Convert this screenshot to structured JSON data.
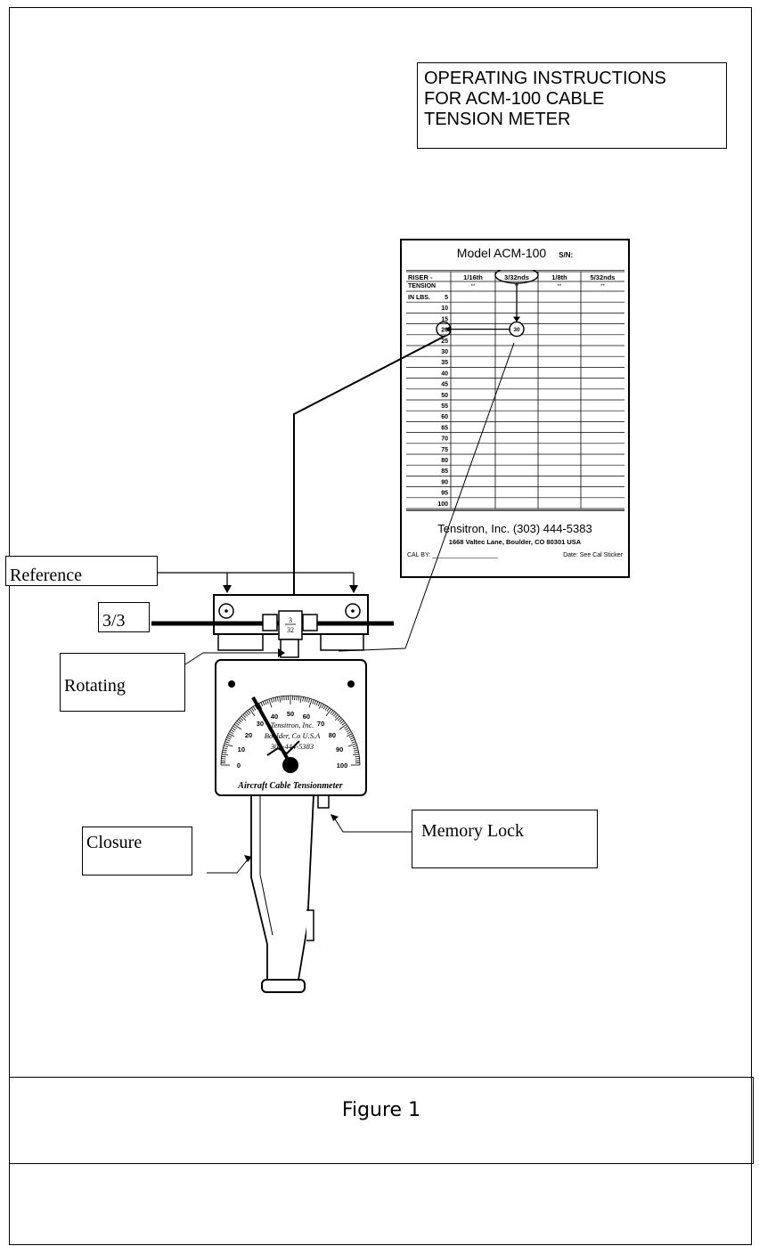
{
  "title_lines": [
    "OPERATING INSTRUCTIONS",
    "FOR ACM-100 CABLE",
    "TENSION METER"
  ],
  "card": {
    "model": "Model ACM-100",
    "sn_label": "S/N:",
    "header_riser": "RISER -",
    "header_tension": "TENSION",
    "header_in_lbs": "IN LBS.",
    "columns": [
      "1/16th",
      "3/32nds",
      "1/8th",
      "5/32nds"
    ],
    "col_marks": [
      "**",
      "**",
      "**",
      "**"
    ],
    "rows": [
      "5",
      "10",
      "15",
      "20",
      "25",
      "30",
      "35",
      "40",
      "45",
      "50",
      "55",
      "60",
      "65",
      "70",
      "75",
      "80",
      "85",
      "90",
      "95",
      "100"
    ],
    "circled_value": "30",
    "company": "Tensitron, Inc.  (303) 444-5383",
    "address": "1668 Valtec Lane, Boulder, CO 80301 USA",
    "cal_by": "CAL BY: ___________________",
    "date": "Date: See Cal Sticker"
  },
  "callouts": {
    "reference": "Reference",
    "riser": "3/3",
    "rotating": "Rotating",
    "memory_lock": "Memory Lock",
    "closure": "Closure"
  },
  "riser_label_top": "3",
  "riser_label_bottom": "32",
  "dial": {
    "ticks": [
      "0",
      "10",
      "20",
      "30",
      "40",
      "50",
      "60",
      "70",
      "80",
      "90",
      "100"
    ],
    "maker_lines": [
      "Tensitron, Inc.",
      "Boulder, Co U.S.A",
      "303-444-5383"
    ],
    "caption": "Aircraft Cable Tensionmeter"
  },
  "figure_label": "Figure 1",
  "colors": {
    "ink": "#000000",
    "paper": "#ffffff"
  }
}
